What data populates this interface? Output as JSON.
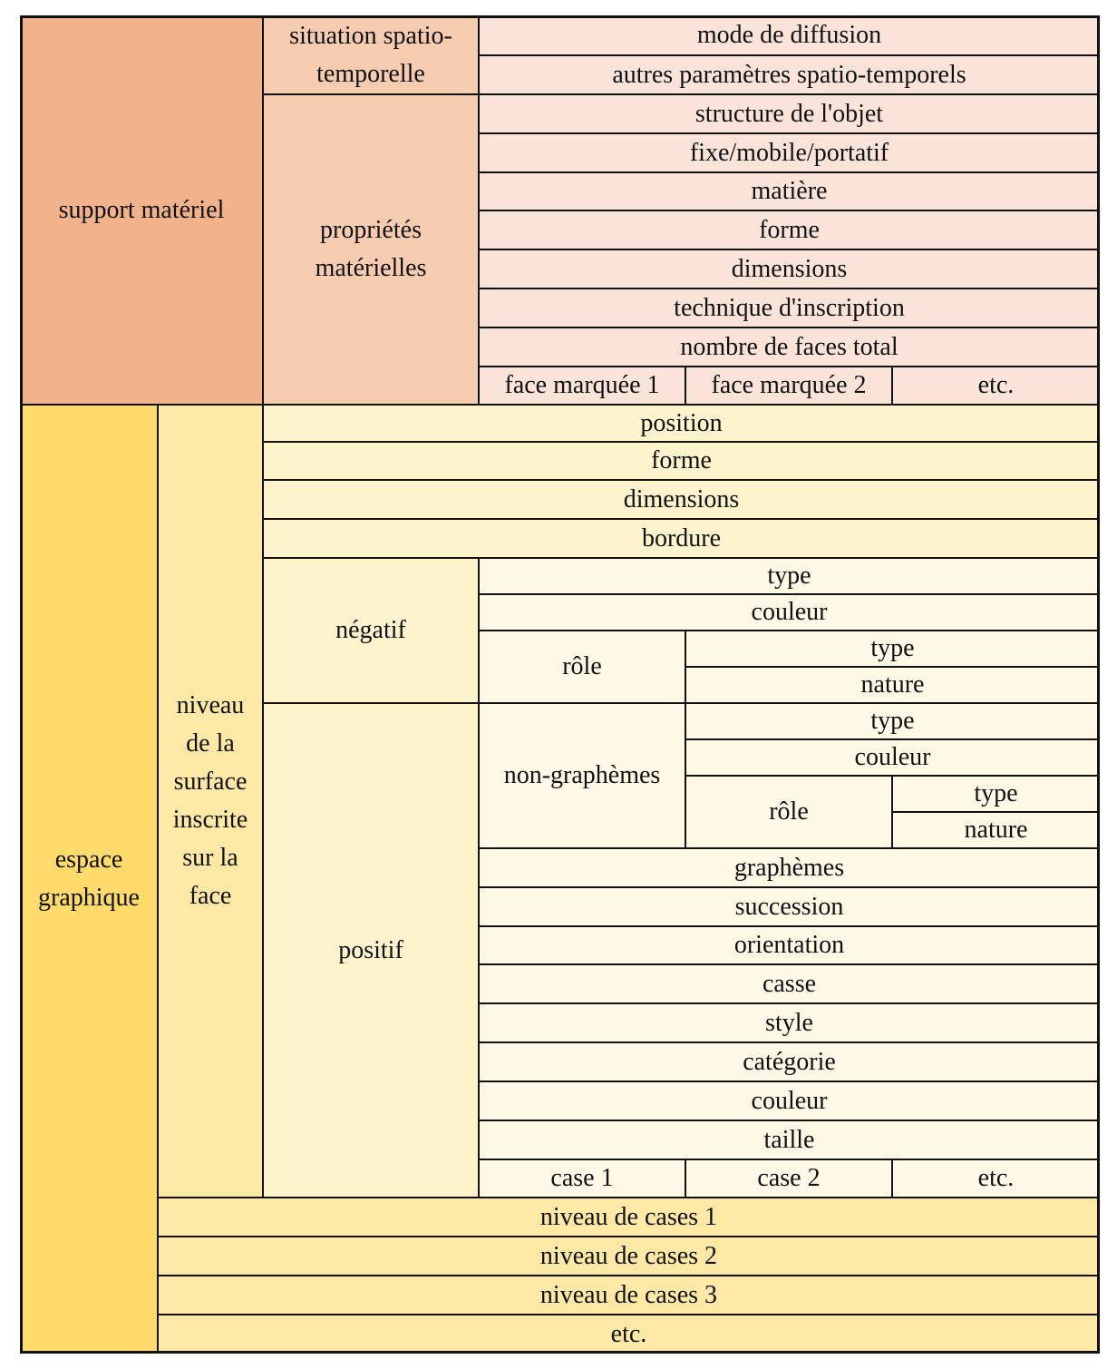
{
  "colors": {
    "support_main": "#f2b38c",
    "support_sub": "#f5ccb0",
    "support_leaf": "#fae4d9",
    "espace_main": "#fedb6b",
    "espace_sub": "#fde8a6",
    "espace_leaf": "#fdf3cd",
    "espace_deep": "#fef9e6",
    "border": "#111111"
  },
  "support": {
    "label": "support matériel",
    "situation": {
      "label": "situation spatio-\ntemporelle",
      "items": [
        "mode de diffusion",
        "autres paramètres spatio-temporels"
      ]
    },
    "proprietes": {
      "label": "propriétés\nmatérielles",
      "items": [
        "structure de l'objet",
        "fixe/mobile/portatif",
        "matière",
        "forme",
        "dimensions",
        "technique d'inscription",
        "nombre de faces total"
      ],
      "faces": [
        "face marquée 1",
        "face marquée 2",
        "etc."
      ]
    }
  },
  "espace": {
    "label": "espace\ngraphique",
    "niveau": {
      "label": "niveau\nde la\nsurface\ninscrite\nsur la\nface",
      "items": [
        "position",
        "forme",
        "dimensions",
        "bordure"
      ],
      "negatif": {
        "label": "négatif",
        "items": [
          "type",
          "couleur"
        ],
        "role": {
          "label": "rôle",
          "items": [
            "type",
            "nature"
          ]
        }
      },
      "positif": {
        "label": "positif",
        "non_graphemes": {
          "label": "non-graphèmes",
          "items": [
            "type",
            "couleur"
          ],
          "role": {
            "label": "rôle",
            "items": [
              "type",
              "nature"
            ]
          }
        },
        "graphemes": {
          "label": "graphèmes",
          "items": [
            "succession",
            "orientation",
            "casse",
            "style",
            "catégorie",
            "couleur",
            "taille"
          ],
          "cases": [
            "case 1",
            "case 2",
            "etc."
          ]
        }
      }
    },
    "levels": [
      "niveau de cases 1",
      "niveau de cases 2",
      "niveau de cases 3",
      "etc."
    ]
  }
}
